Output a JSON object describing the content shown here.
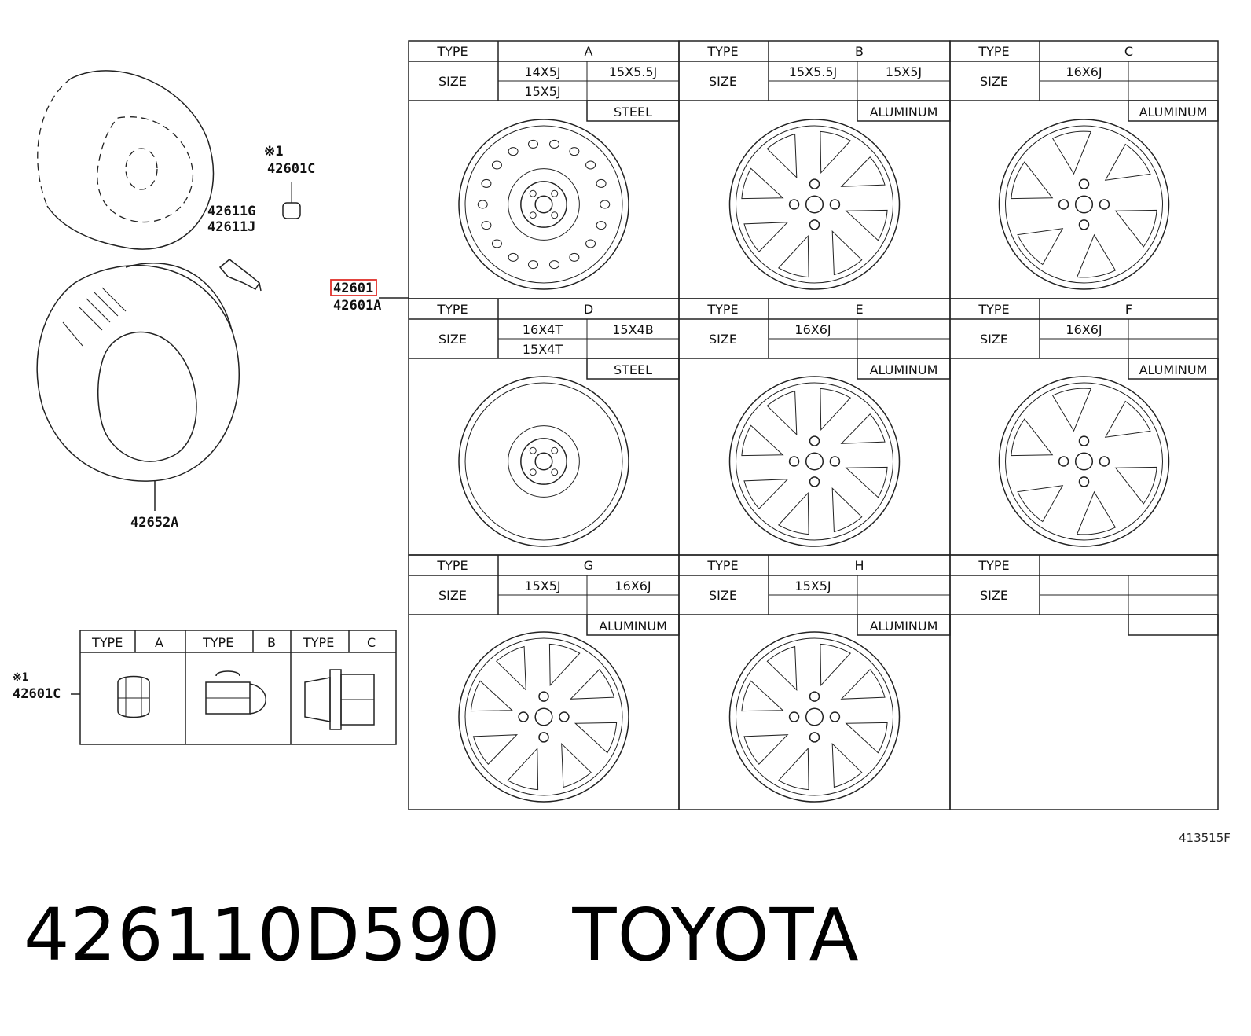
{
  "part_labels": {
    "valve_cap_mark": "※1",
    "nut": "42601C",
    "valve_1": "42611G",
    "valve_2": "42611J",
    "wheel_highlighted": "42601",
    "wheel_alt": "42601A",
    "tire": "42652A",
    "nut_mark": "※1",
    "nut_ref": "42601C"
  },
  "highlight_color": "#e0302a",
  "table_headers": {
    "type": "TYPE",
    "size": "SIZE"
  },
  "wheel_types": [
    {
      "type": "A",
      "sizes": [
        "14X5J",
        "15X5.5J",
        "15X5J",
        ""
      ],
      "material": "STEEL"
    },
    {
      "type": "B",
      "sizes": [
        "15X5.5J",
        "15X5J",
        "",
        ""
      ],
      "material": "ALUMINUM"
    },
    {
      "type": "C",
      "sizes": [
        "16X6J",
        "",
        "",
        ""
      ],
      "material": "ALUMINUM"
    },
    {
      "type": "D",
      "sizes": [
        "16X4T",
        "15X4B",
        "15X4T",
        ""
      ],
      "material": "STEEL"
    },
    {
      "type": "E",
      "sizes": [
        "16X6J",
        "",
        "",
        ""
      ],
      "material": "ALUMINUM"
    },
    {
      "type": "F",
      "sizes": [
        "16X6J",
        "",
        "",
        ""
      ],
      "material": "ALUMINUM"
    },
    {
      "type": "G",
      "sizes": [
        "15X5J",
        "16X6J",
        "",
        ""
      ],
      "material": "ALUMINUM"
    },
    {
      "type": "H",
      "sizes": [
        "15X5J",
        "",
        "",
        ""
      ],
      "material": "ALUMINUM"
    },
    {
      "type": "",
      "sizes": [
        "",
        "",
        "",
        ""
      ],
      "material": ""
    }
  ],
  "nut_types": [
    {
      "label": "TYPE",
      "type": "A"
    },
    {
      "label": "TYPE",
      "type": "B"
    },
    {
      "label": "TYPE",
      "type": "C"
    }
  ],
  "diagram_ref": "413515F",
  "caption": {
    "part_number": "426110D590",
    "brand": "TOYOTA"
  }
}
